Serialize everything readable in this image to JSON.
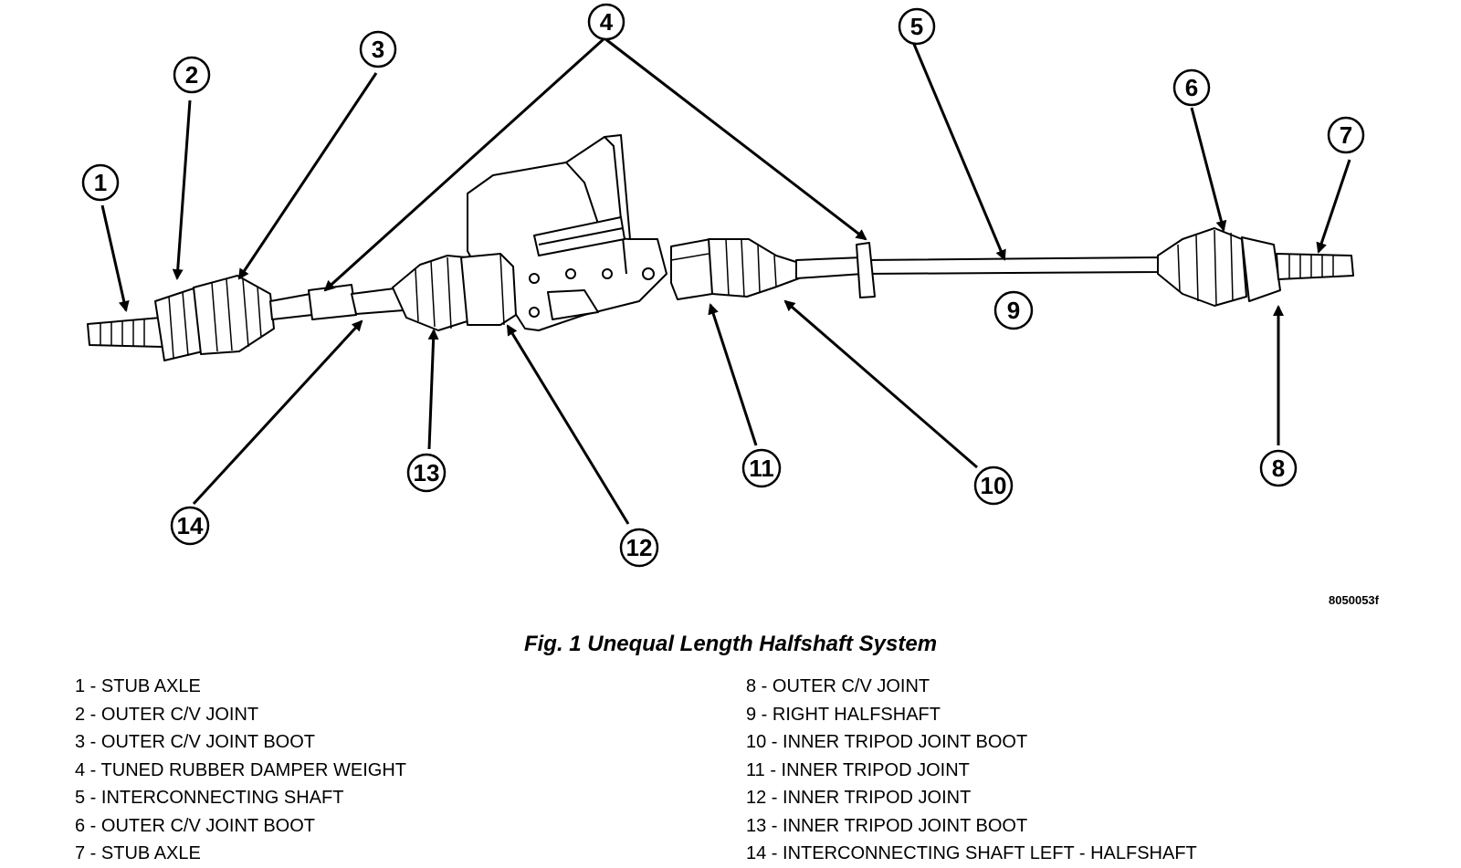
{
  "figure_id": "8050053f",
  "caption": "Fig. 1 Unequal Length Halfshaft System",
  "callouts": [
    "1",
    "2",
    "3",
    "4",
    "5",
    "6",
    "7",
    "8",
    "9",
    "10",
    "11",
    "12",
    "13",
    "14"
  ],
  "legend": {
    "left": [
      {
        "num": "1",
        "text": " - STUB AXLE"
      },
      {
        "num": "2",
        "text": " - OUTER C/V JOINT"
      },
      {
        "num": "3",
        "text": " - OUTER C/V JOINT BOOT"
      },
      {
        "num": "4",
        "text": " - TUNED RUBBER DAMPER WEIGHT"
      },
      {
        "num": "5",
        "text": " - INTERCONNECTING SHAFT"
      },
      {
        "num": "6",
        "text": " - OUTER C/V JOINT BOOT"
      },
      {
        "num": "7",
        "text": " - STUB AXLE"
      }
    ],
    "right": [
      {
        "num": "8",
        "text": " - OUTER C/V JOINT"
      },
      {
        "num": "9",
        "text": " - RIGHT HALFSHAFT"
      },
      {
        "num": "10",
        "text": " - INNER TRIPOD JOINT BOOT"
      },
      {
        "num": "11",
        "text": " - INNER TRIPOD JOINT"
      },
      {
        "num": "12",
        "text": " - INNER TRIPOD JOINT"
      },
      {
        "num": "13",
        "text": " - INNER TRIPOD JOINT BOOT"
      },
      {
        "num": "14",
        "text": " - INTERCONNECTING SHAFT LEFT - HALFSHAFT"
      }
    ]
  }
}
